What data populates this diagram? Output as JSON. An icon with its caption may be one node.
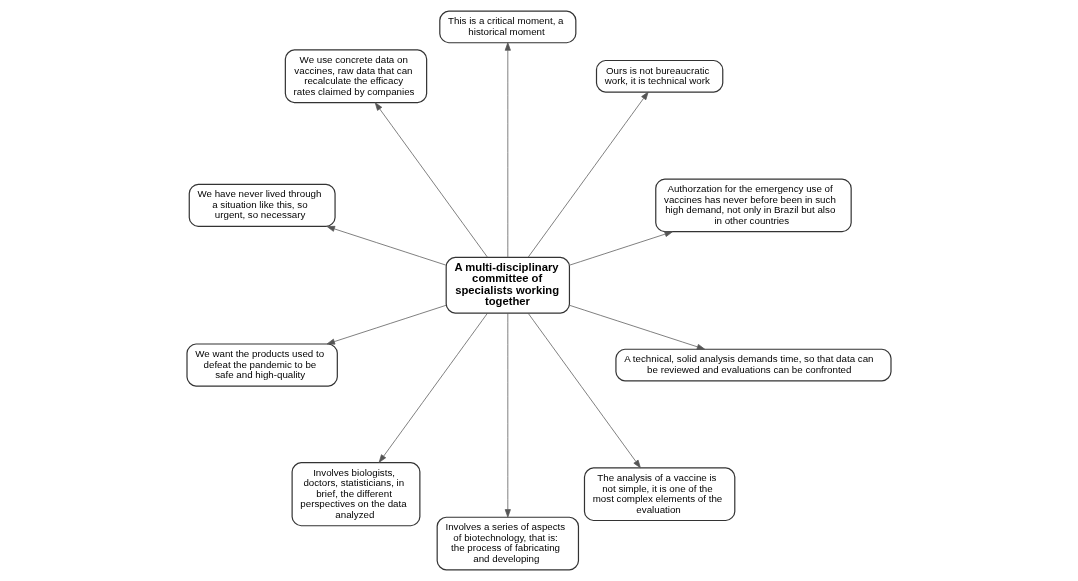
{
  "diagram": {
    "nodes": [
      {
        "text": [
          "A multi-disciplinary committee of specialists working together"
        ]
      },
      {
        "text": [
          "Authorzation for the emergency use of vaccines has never before been in such high demand, not only in Brazil but also in other countries"
        ]
      },
      {
        "text": [
          "Ours is not bureaucratic work, it is technical work"
        ]
      },
      {
        "text": [
          "This is a critical moment, a historical moment"
        ]
      },
      {
        "text": [
          "We use concrete data on vaccines, raw data that can recalculate the efficacy rates claimed by companies"
        ]
      },
      {
        "text": [
          "We have never lived through a situation like this, so urgent, so necessary"
        ]
      },
      {
        "text": [
          "We want the products used to defeat the pandemic to be safe and high-quality"
        ]
      },
      {
        "text": [
          "Involves biologists, doctors, statisticians, in brief, the different perspectives on the data analyzed"
        ]
      },
      {
        "text": [
          "Involves a series of aspects of biotechnology, that is: the process of fabricating and developing"
        ]
      },
      {
        "text": [
          "The analysis of a vaccine is not simple, it is one of the most complex elements of the evaluation"
        ]
      },
      {
        "text": [
          "A technical, solid analysis demands time, so that data can be reviewed and evaluations can be confronted"
        ]
      }
    ],
    "edges": [
      {
        "from": 0,
        "to": 1,
        "arrow": "to"
      },
      {
        "from": 0,
        "to": 2,
        "arrow": "to"
      },
      {
        "from": 0,
        "to": 3,
        "arrow": "to"
      },
      {
        "from": 0,
        "to": 4,
        "arrow": "to"
      },
      {
        "from": 0,
        "to": 5,
        "arrow": "to"
      },
      {
        "from": 0,
        "to": 6,
        "arrow": "to"
      },
      {
        "from": 0,
        "to": 7,
        "arrow": "to"
      },
      {
        "from": 0,
        "to": 8,
        "arrow": "to"
      },
      {
        "from": 0,
        "to": 9,
        "arrow": "to"
      },
      {
        "from": 0,
        "to": 10,
        "arrow": "to"
      }
    ]
  }
}
